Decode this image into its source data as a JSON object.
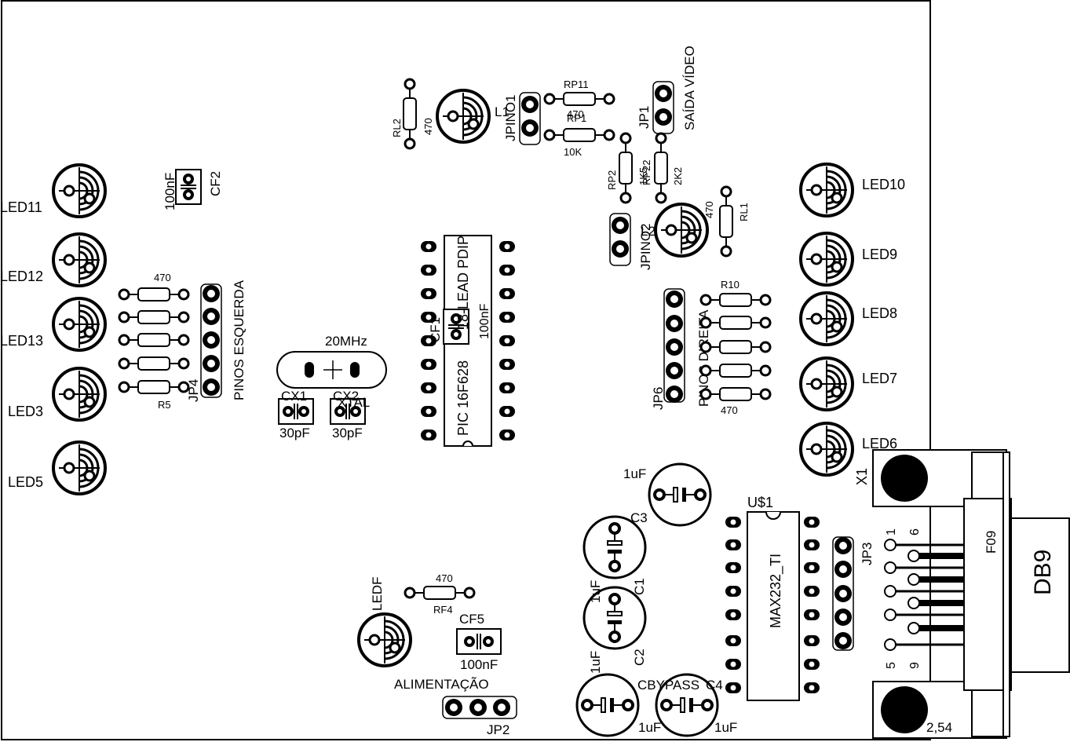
{
  "labels": {
    "led11": "LED11",
    "led12": "LED12",
    "led13": "LED13",
    "led3": "LED3",
    "led5": "LED5",
    "led10": "LED10",
    "led9": "LED9",
    "led8": "LED8",
    "led7": "LED7",
    "led6": "LED6",
    "ledf": "LEDF",
    "l1": "L1",
    "l2": "L2",
    "cf2": "CF2",
    "cf2_val": "100nF",
    "pinos_esquerda": "PINOS ESQUERDA",
    "jp4": "JP4",
    "r5": "R5",
    "r_left_val": "470",
    "xtal_freq": "20MHz",
    "cx1": "CX1",
    "cx2": "CX2",
    "xtal": "XTAL",
    "cx_val": "30pF",
    "cf1": "CF1",
    "cf1_val": "100nF",
    "pic_name": "PIC 16F628",
    "pic_pkg": "18-LEAD PDIP",
    "rl2": "RL2",
    "rl2_val": "470",
    "jpino1": "JPINO1",
    "rp11": "RP11",
    "rp11_val": "470",
    "rp1": "RP1",
    "rp1_val": "10K",
    "jp1": "JP1",
    "saida_video": "SAÍDA VÍDEO",
    "rp2": "RP2",
    "rp2_val": "1K5",
    "rp22": "RP22",
    "rp22_val": "2K2",
    "rl1": "RL1",
    "rl1_val": "470",
    "jpino2": "JPINO2",
    "r10": "R10",
    "r_right_val": "470",
    "pinos_direita": "PINOS DIREITA",
    "jp6": "JP6",
    "c1": "C1",
    "c2": "C2",
    "c3": "C3",
    "c4": "C4",
    "c_val": "1uF",
    "cbypass": "CBYPASS",
    "u1": "U$1",
    "max232": "MAX232_TI",
    "jp3": "JP3",
    "jp2": "JP2",
    "alimentacao": "ALIMENTAÇÃO",
    "rf4": "RF4",
    "rf4_val": "470",
    "cf5": "CF5",
    "cf5_val": "100nF",
    "x1": "X1",
    "f09": "F09",
    "db9": "DB9",
    "pitch": "2,54",
    "pin1": "1",
    "pin5": "5",
    "pin6": "6",
    "pin9": "9"
  }
}
